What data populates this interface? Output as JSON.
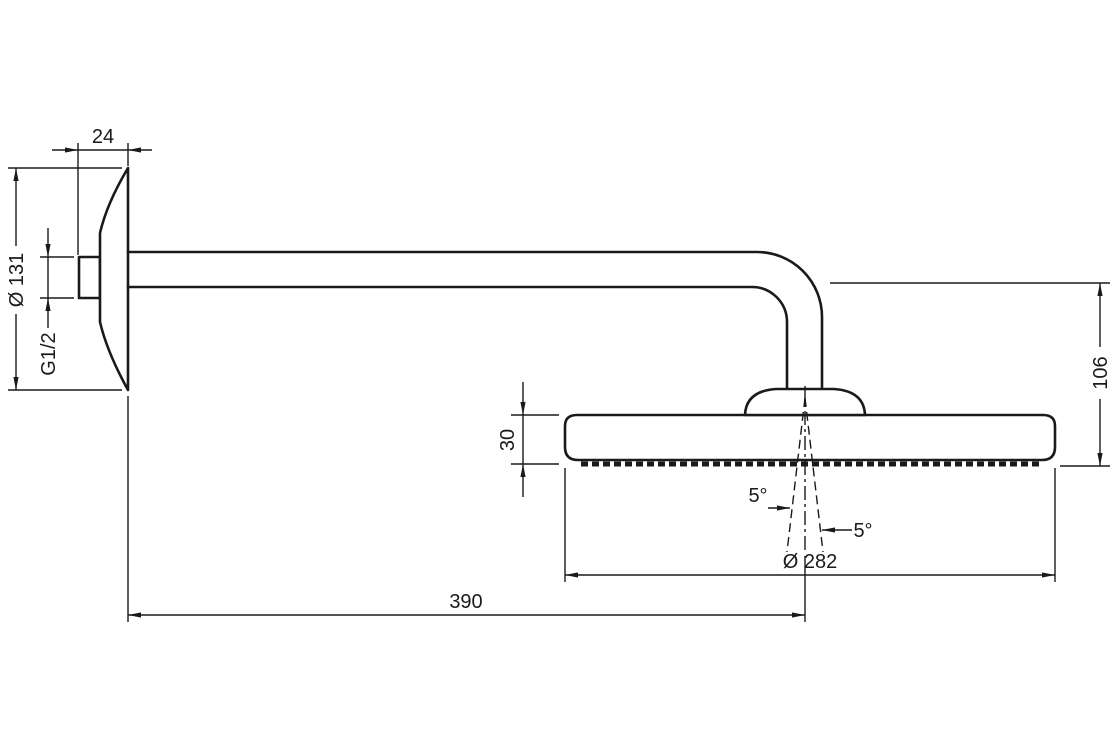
{
  "colors": {
    "background": "#ffffff",
    "line": "#1a1a1a"
  },
  "drawing": {
    "dimensions": {
      "flange_depth": "24",
      "flange_diameter": "Ø 131",
      "connection_thread": "G1/2",
      "head_height": "30",
      "wall_to_head_center": "390",
      "head_diameter": "Ø 282",
      "face_to_arm": "106",
      "spray_angle_left": "5°",
      "spray_angle_right": "5°"
    }
  }
}
